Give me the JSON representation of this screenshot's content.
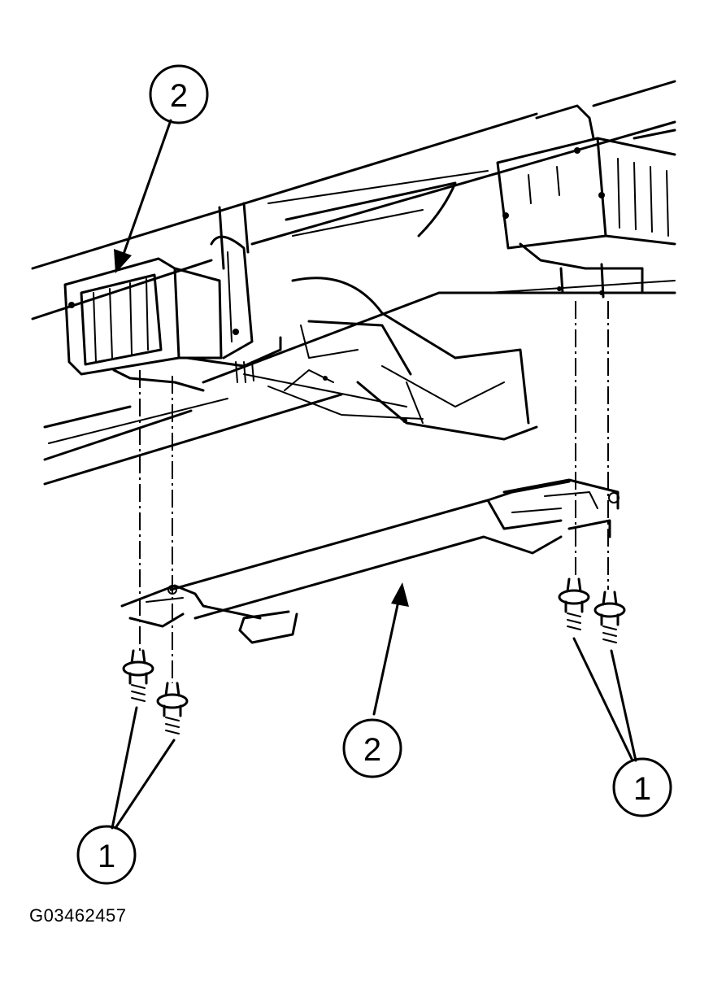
{
  "figure": {
    "id": "G03462457",
    "callouts": [
      {
        "key": "crossmember_upper",
        "label": "2"
      },
      {
        "key": "crossmember_lower",
        "label": "2"
      },
      {
        "key": "bolts_right",
        "label": "1"
      },
      {
        "key": "bolts_left",
        "label": "1"
      }
    ]
  },
  "icons": [
    "bolt-icon",
    "arrow-icon"
  ]
}
